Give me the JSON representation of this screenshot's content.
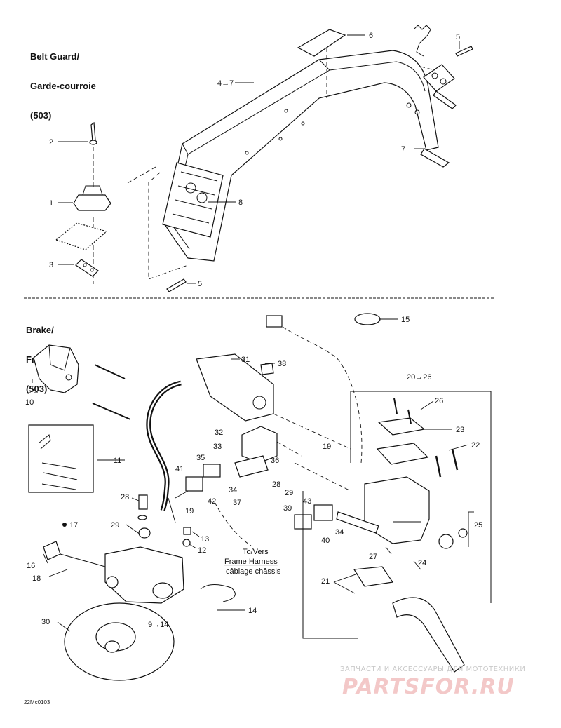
{
  "sections": {
    "belt_guard": {
      "title_en": "Belt Guard/",
      "title_fr": "Garde-courroie",
      "model": "(503)"
    },
    "brake": {
      "title_en": "Brake/",
      "title_fr": "Frein",
      "model": "(503)"
    }
  },
  "callouts": {
    "c1": "1",
    "c2": "2",
    "c3": "3",
    "c4_7": "4→7",
    "c5a": "5",
    "c5b": "5",
    "c6": "6",
    "c7": "7",
    "c8": "8",
    "c9_14": "9→14",
    "c10": "10",
    "c11": "11",
    "c12": "12",
    "c13": "13",
    "c14": "14",
    "c15": "15",
    "c16": "16",
    "c17": "17",
    "c18": "18",
    "c19a": "19",
    "c19b": "19",
    "c20_26": "20→26",
    "c21": "21",
    "c22": "22",
    "c23": "23",
    "c24": "24",
    "c25": "25",
    "c26": "26",
    "c27": "27",
    "c28a": "28",
    "c28b": "28",
    "c29a": "29",
    "c29b": "29",
    "c30": "30",
    "c31": "31",
    "c32": "32",
    "c33": "33",
    "c34a": "34",
    "c34b": "34",
    "c35": "35",
    "c36": "36",
    "c37": "37",
    "c38": "38",
    "c39": "39",
    "c40": "40",
    "c41": "41",
    "c42": "42",
    "c43": "43"
  },
  "harness_note": {
    "line1": "To/Vers",
    "line2": "Frame Harness",
    "line3": "câblage châssis"
  },
  "diagram_code": "22Mc0103",
  "watermark": {
    "top_text": "ЗАПЧАСТИ И АКСЕССУАРЫ ДЛЯ МОТОТЕХНИКИ",
    "logo_text": "PARTSFOR.RU"
  }
}
